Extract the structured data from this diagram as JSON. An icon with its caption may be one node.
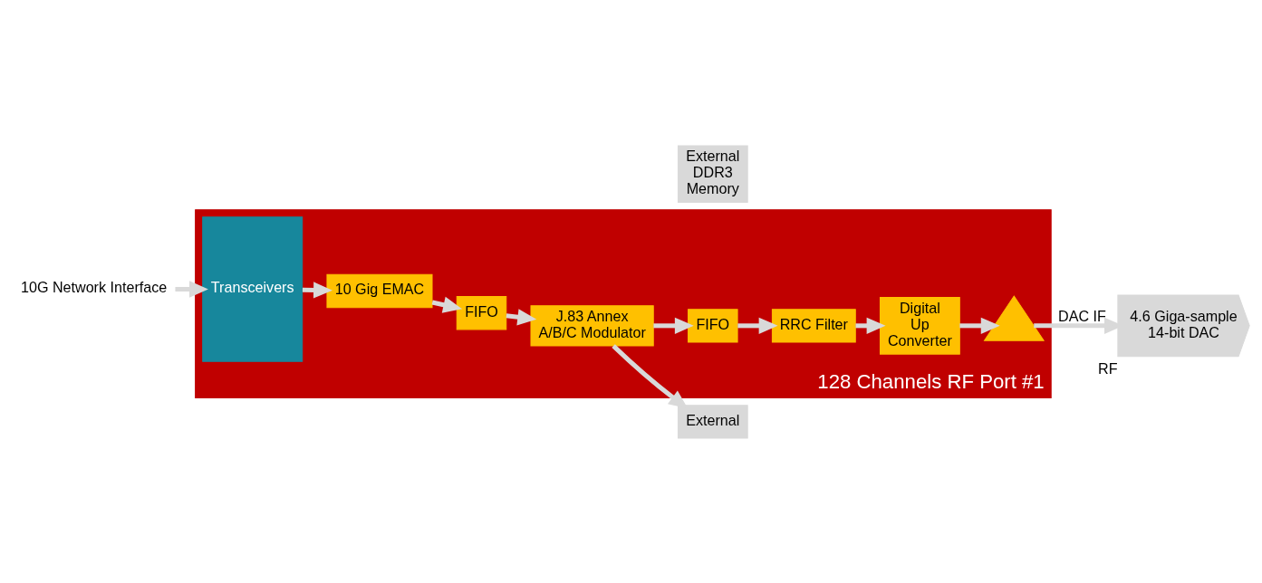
{
  "diagram": {
    "nodes": [
      {
        "text": [
          "128 Channels RF Port #1"
        ]
      },
      {
        "text": [
          "10G Network Interface"
        ]
      },
      {
        "text": [
          "Transceivers"
        ],
        "in": 0
      },
      {
        "text": [
          "10 Gig EMAC"
        ],
        "in": 0
      },
      {
        "text": [
          "FIFO"
        ],
        "in": 0
      },
      {
        "text": [
          "J.83 Annex A/B/C Modulator"
        ],
        "in": 0
      },
      {
        "text": [
          "FIFO"
        ],
        "in": 0
      },
      {
        "text": [
          "RRC Filter"
        ],
        "in": 0
      },
      {
        "text": [
          "Digital Up Converter"
        ],
        "in": 0
      },
      {
        "text": [],
        "shape": "triangle",
        "in": 0
      },
      {
        "text": [
          "4.6 Giga-sample 14-bit DAC"
        ],
        "beside": [
          "RF"
        ]
      },
      {
        "text": [
          "External"
        ]
      },
      {
        "text": [
          "External DDR3 Memory"
        ]
      }
    ],
    "edges": [
      {
        "from": 1,
        "to": 2,
        "arrow": "to"
      },
      {
        "from": 2,
        "to": 3,
        "arrow": "to"
      },
      {
        "from": 3,
        "to": 4,
        "arrow": "to"
      },
      {
        "from": 4,
        "to": 5,
        "arrow": "to"
      },
      {
        "from": 5,
        "to": 6,
        "arrow": "to"
      },
      {
        "from": 6,
        "to": 7,
        "arrow": "to"
      },
      {
        "from": 7,
        "to": 8,
        "arrow": "to"
      },
      {
        "from": 8,
        "to": 9,
        "arrow": "to"
      },
      {
        "from": 9,
        "to": 10,
        "arrow": "to",
        "label": "DAC IF"
      },
      {
        "from": 5,
        "to": 11,
        "arrow": "to"
      }
    ]
  }
}
